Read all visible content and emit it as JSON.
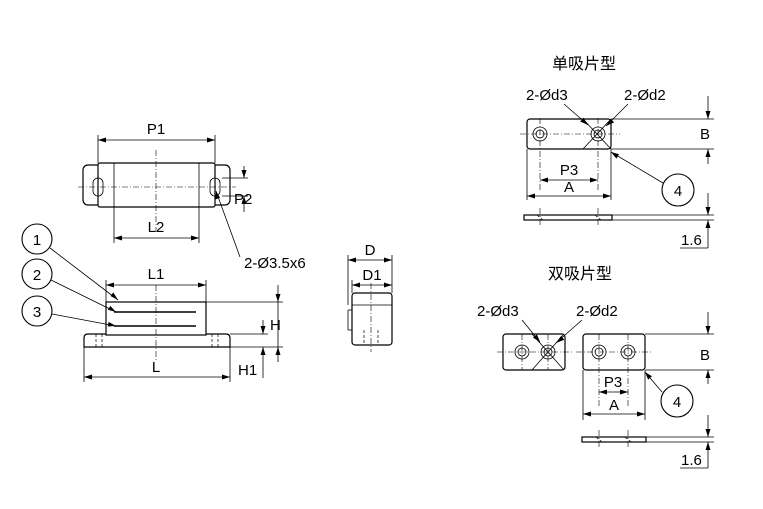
{
  "titles": {
    "single": "单吸片型",
    "double": "双吸片型"
  },
  "dimensions": {
    "p1": "P1",
    "p2": "P2",
    "l2": "L2",
    "hole_spec": "2-Ø3.5x6",
    "l1": "L1",
    "h": "H",
    "l": "L",
    "h1": "H1",
    "d": "D",
    "d1": "D1",
    "single_d3": "2-Ød3",
    "single_d2": "2-Ød2",
    "single_b": "B",
    "single_p3": "P3",
    "single_a": "A",
    "single_thk": "1.6",
    "double_d3": "2-Ød3",
    "double_d2": "2-Ød2",
    "double_b": "B",
    "double_p3": "P3",
    "double_a": "A",
    "double_thk": "1.6"
  },
  "callouts": {
    "one": "1",
    "two": "2",
    "three": "3",
    "four_single": "4",
    "four_double": "4"
  }
}
